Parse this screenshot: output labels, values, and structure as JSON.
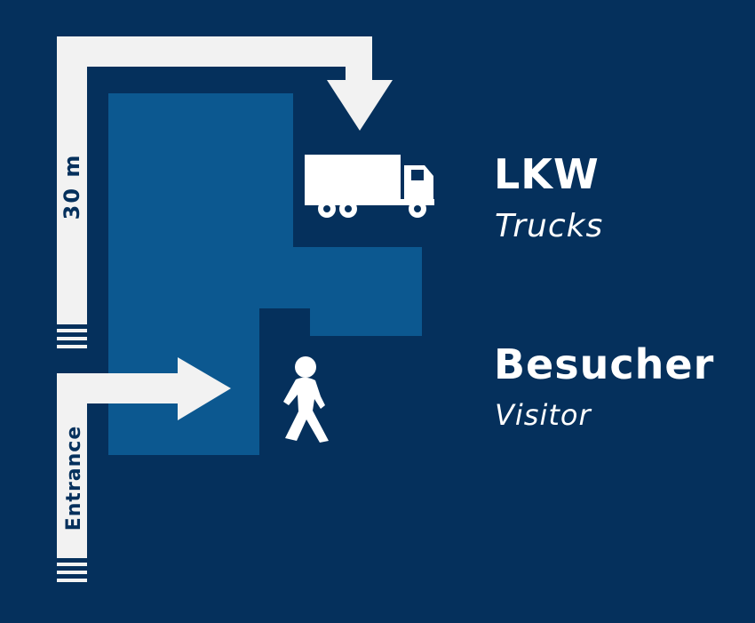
{
  "colors": {
    "background": "#05305c",
    "building": "#0c5890",
    "route": "#f2f2f2",
    "icon": "#ffffff"
  },
  "destinations": {
    "trucks": {
      "title": "LKW",
      "subtitle": "Trucks",
      "icon": "truck-icon"
    },
    "visitors": {
      "title": "Besucher",
      "subtitle": "Visitor",
      "icon": "pedestrian-icon"
    }
  },
  "route_labels": {
    "distance": "30 m",
    "entrance": "Entrance"
  }
}
